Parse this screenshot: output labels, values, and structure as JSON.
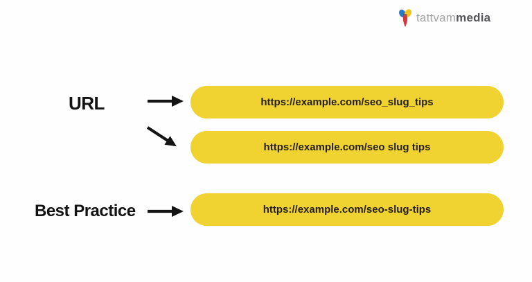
{
  "canvas": {
    "background": "#fefefe"
  },
  "logo": {
    "icon": "tattvam-trefoil-icon",
    "name_light": "tattvam",
    "name_bold": "media",
    "color_light": "#a3a3a3",
    "color_bold": "#56565a",
    "petal_blue": "#2E78C2",
    "petal_yellow": "#F2C21E",
    "petal_red": "#D4383C",
    "petal_overlap": "#3A3566"
  },
  "diagram": {
    "url_label": "URL",
    "best_practice_label": "Best Practice",
    "pills": [
      {
        "name": "url-with-underscores",
        "url": "https://example.com/seo_slug_tips"
      },
      {
        "name": "url-with-spaces",
        "url": "https://example.com/seo slug tips"
      },
      {
        "name": "url-with-hyphens",
        "url": "https://example.com/seo-slug-tips"
      }
    ],
    "pill_background": "#F0D231",
    "pill_text_color": "#241F18",
    "arrow_color": "#131313"
  }
}
